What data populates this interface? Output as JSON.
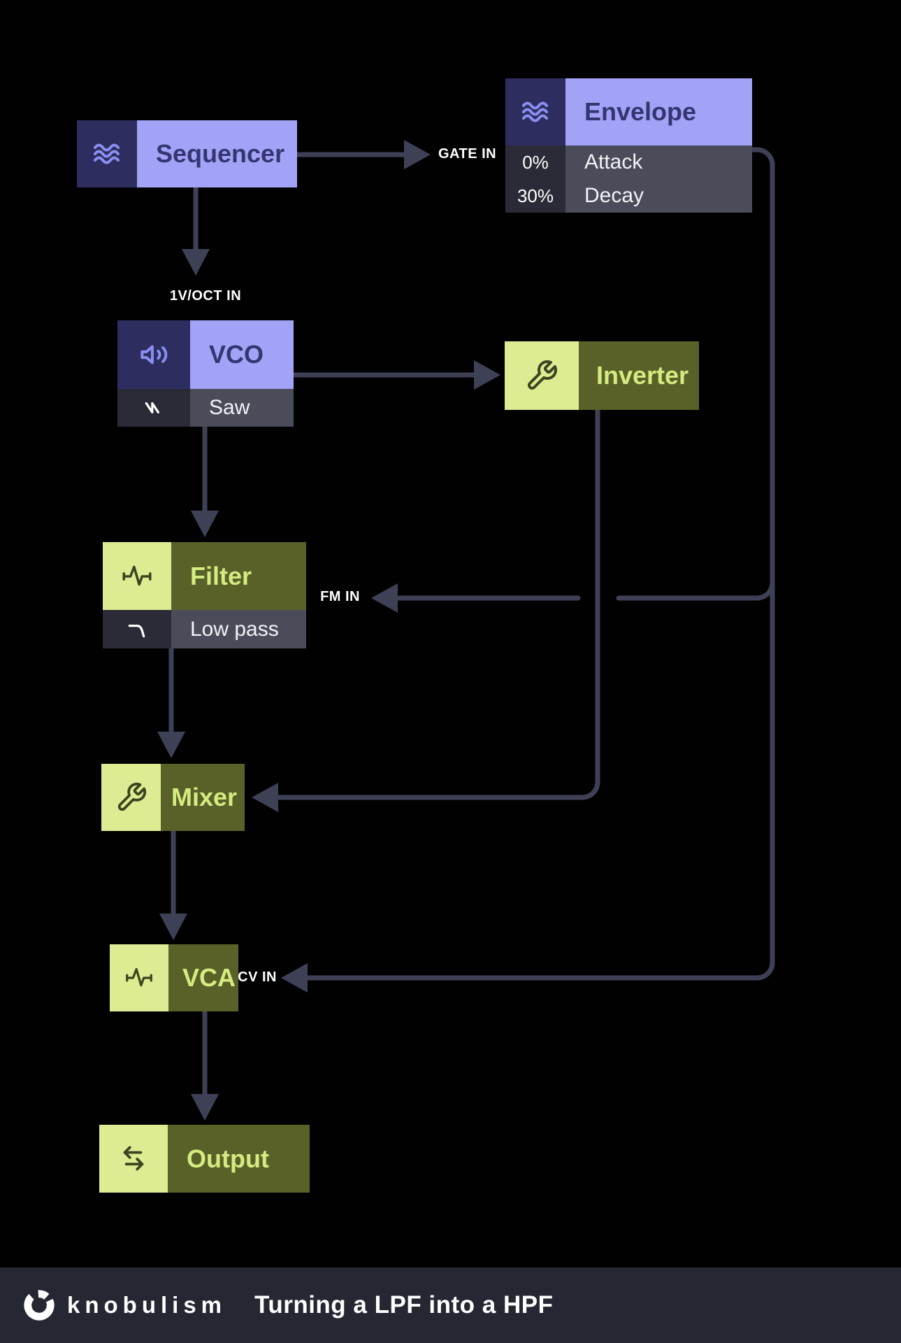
{
  "diagram": {
    "nodes": {
      "sequencer": {
        "label": "Sequencer",
        "icon": "waves-icon"
      },
      "envelope": {
        "label": "Envelope",
        "icon": "waves-icon",
        "params": [
          {
            "value": "0%",
            "name": "Attack"
          },
          {
            "value": "30%",
            "name": "Decay"
          }
        ]
      },
      "vco": {
        "label": "VCO",
        "icon": "speaker-icon",
        "params": [
          {
            "icon": "sawtooth-icon",
            "name": "Saw"
          }
        ]
      },
      "inverter": {
        "label": "Inverter",
        "icon": "wrench-icon"
      },
      "filter": {
        "label": "Filter",
        "icon": "pulse-icon",
        "params": [
          {
            "icon": "lowpass-icon",
            "name": "Low pass"
          }
        ]
      },
      "mixer": {
        "label": "Mixer",
        "icon": "wrench-icon"
      },
      "vca": {
        "label": "VCA",
        "icon": "pulse-icon"
      },
      "output": {
        "label": "Output",
        "icon": "transfer-icon"
      }
    },
    "port_labels": {
      "gate_in": "GATE IN",
      "voct_in": "1V/OCT IN",
      "fm_in": "FM IN",
      "cv_in": "CV IN"
    },
    "connections": [
      {
        "from": "sequencer",
        "to": "envelope",
        "port": "GATE IN"
      },
      {
        "from": "sequencer",
        "to": "vco",
        "port": "1V/OCT IN"
      },
      {
        "from": "vco",
        "to": "inverter"
      },
      {
        "from": "vco",
        "to": "filter"
      },
      {
        "from": "envelope",
        "to": "filter",
        "port": "FM IN"
      },
      {
        "from": "inverter",
        "to": "mixer"
      },
      {
        "from": "filter",
        "to": "mixer"
      },
      {
        "from": "mixer",
        "to": "vca"
      },
      {
        "from": "envelope",
        "to": "vca",
        "port": "CV IN"
      },
      {
        "from": "vca",
        "to": "output"
      }
    ]
  },
  "footer": {
    "brand": "knobulism",
    "title": "Turning a LPF into a HPF"
  },
  "colors": {
    "background": "#010102",
    "module_purple_body": "#a2a3f6",
    "module_purple_icon_bg": "#2d2e5f",
    "module_purple_glyph": "#8c8ff2",
    "module_purple_text": "#343672",
    "module_green_body": "#596128",
    "module_green_icon_bg": "#ddec93",
    "module_green_glyph": "#3b451f",
    "module_green_text": "#d4eb81",
    "row_value_bg": "#2a2b36",
    "row_name_bg": "#4a4c5a",
    "wire": "#3e4156",
    "footer_bg": "#252733",
    "label_text": "#ffffff"
  }
}
